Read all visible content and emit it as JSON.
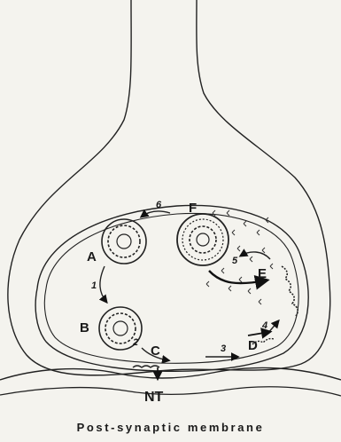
{
  "vesicle_labels": {
    "a": "A",
    "b": "B",
    "c": "C",
    "d": "D",
    "e": "E",
    "f": "F"
  },
  "step_numbers": [
    "1",
    "2",
    "3",
    "4",
    "5",
    "6"
  ],
  "neurotransmitter_label": "NT",
  "caption": "Post-synaptic membrane"
}
